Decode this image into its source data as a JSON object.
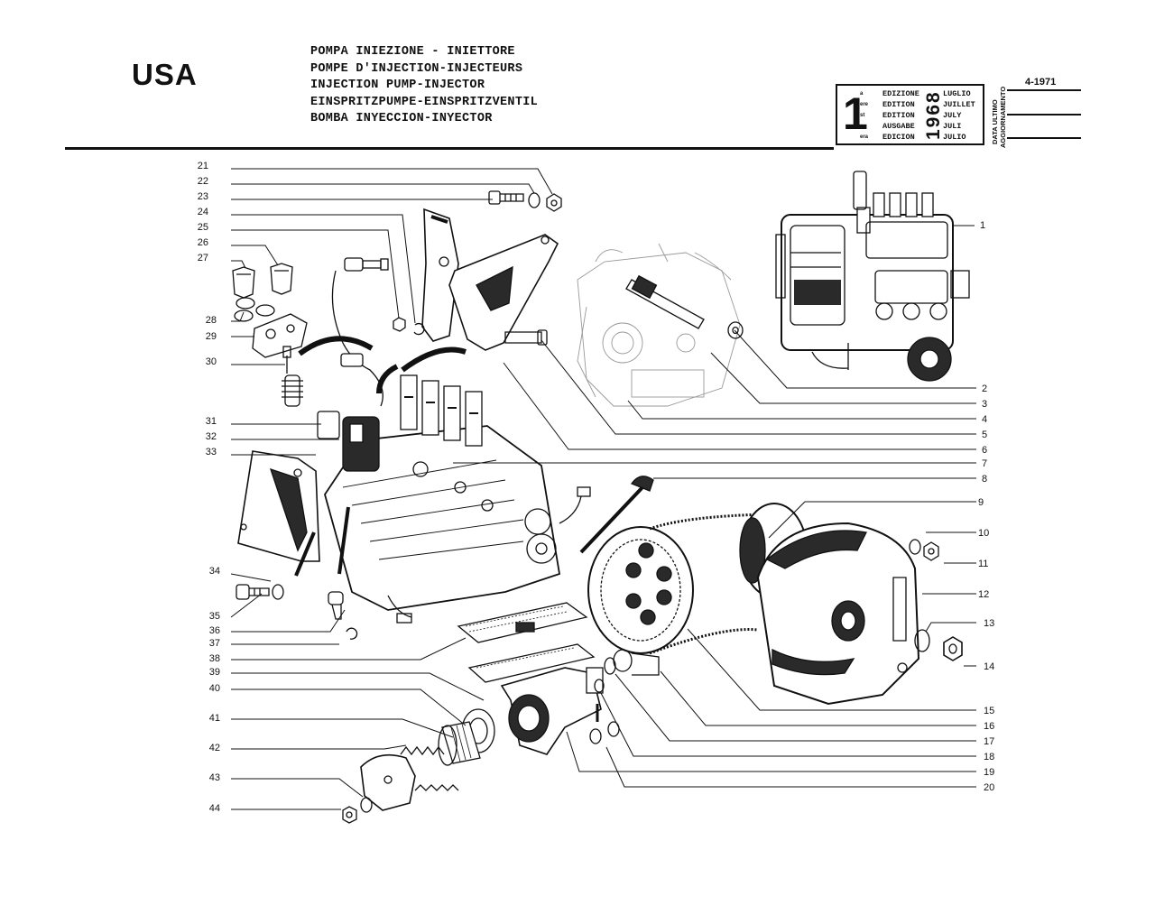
{
  "header": {
    "country": "USA",
    "titles": [
      "POMPA INIEZIONE - INIETTORE",
      "POMPE D'INJECTION-INJECTEURS",
      "INJECTION PUMP-INJECTOR",
      "EINSPRITZPUMPE-EINSPRITZVENTIL",
      "BOMBA INYECCION-INYECTOR"
    ]
  },
  "edition_box": {
    "number": "1",
    "year": "1968",
    "rows": [
      {
        "sup": "a",
        "label": "EDIZIONE",
        "month": "LUGLIO"
      },
      {
        "sup": "ere",
        "label": "EDITION",
        "month": "JUILLET"
      },
      {
        "sup": "st",
        "label": "EDITION",
        "month": "JULY"
      },
      {
        "sup": "",
        "label": "AUSGABE",
        "month": "JULI"
      },
      {
        "sup": "era",
        "label": "EDICION",
        "month": "JULIO"
      }
    ]
  },
  "update": {
    "label_1": "DATA ULTIMO",
    "label_2": "AGGIORNAMENTO",
    "date": "4-1971"
  },
  "callouts_left": [
    "21",
    "22",
    "23",
    "24",
    "25",
    "26",
    "27",
    "28",
    "29",
    "30",
    "31",
    "32",
    "33",
    "34",
    "35",
    "36",
    "37",
    "38",
    "39",
    "40",
    "41",
    "42",
    "43",
    "44"
  ],
  "callouts_right": [
    "1",
    "2",
    "3",
    "4",
    "5",
    "6",
    "7",
    "8",
    "9",
    "10",
    "11",
    "12",
    "13",
    "14",
    "15",
    "16",
    "17",
    "18",
    "19",
    "20"
  ],
  "colors": {
    "ink": "#111111",
    "paper": "#ffffff",
    "shade": "#2a2a2a"
  }
}
